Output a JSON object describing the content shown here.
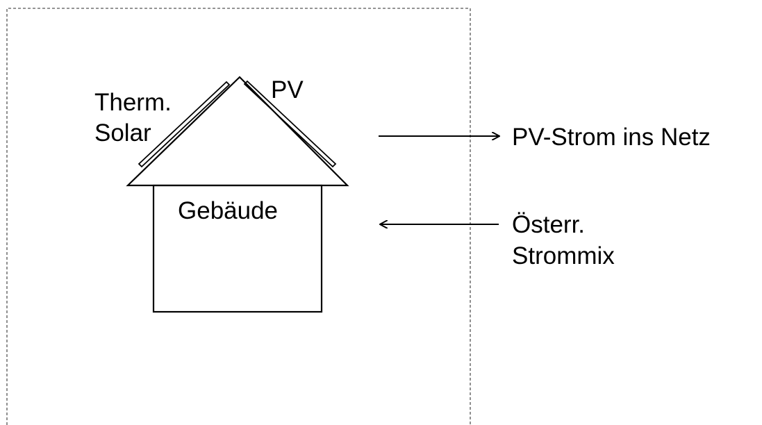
{
  "labels": {
    "thermal_solar_line1": "Therm.",
    "thermal_solar_line2": "Solar",
    "pv": "PV",
    "building": "Gebäude",
    "pv_to_grid": "PV-Strom ins Netz",
    "grid_mix_line1": "Österr.",
    "grid_mix_line2": "Strommix"
  },
  "colors": {
    "stroke": "#000000",
    "boundary": "#555555",
    "background": "#ffffff"
  }
}
